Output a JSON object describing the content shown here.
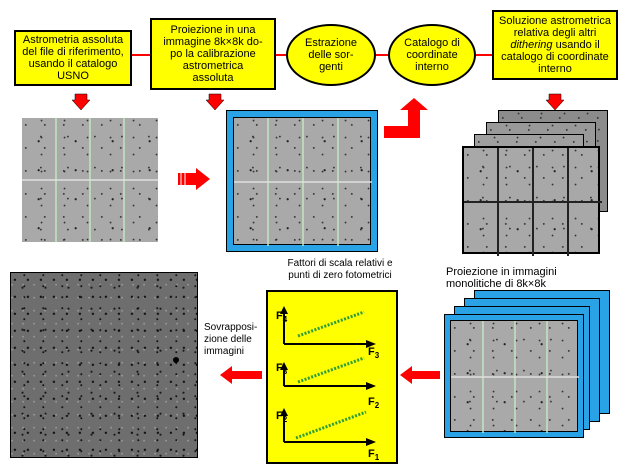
{
  "steps": {
    "step1": "Astrometria assoluta\ndel file di riferimento,\nusando il catalogo\nUSNO",
    "step2": "Proiezione in una\nimmagine 8k×8k    do-\npo la calibrazione\nastrometrica\nassoluta",
    "step3": "Estrazione\ndelle sor-\ngenti",
    "step4": "Catalogo di\ncoordinate\ninterno",
    "step5_line1": "Soluzione astrometrica",
    "step5_line2": "relativa degli altri",
    "step5_italic": "dithering",
    "step5_line3": " usando il",
    "step5_line4": "catalogo di coordinate",
    "step5_line5": "interno"
  },
  "labels": {
    "photometry": "Fattori di scala relativi e\npunti di zero fotometrici",
    "projection_mono": "Proiezione in immagini\nmonolitiche di 8k×8k",
    "stacking": "Sovrapposi-\nzione delle\nimmagini"
  },
  "flux_labels": {
    "f4": "F4",
    "f3": "F3",
    "f2_mid": "F2",
    "f2_low": "F2",
    "f3_mid": "F3",
    "f1": "F1"
  },
  "colors": {
    "box_fill": "#ffff00",
    "arrow": "#ff0000",
    "frame_blue": "#29a3e6",
    "fit_line": "#2e9e3a"
  }
}
